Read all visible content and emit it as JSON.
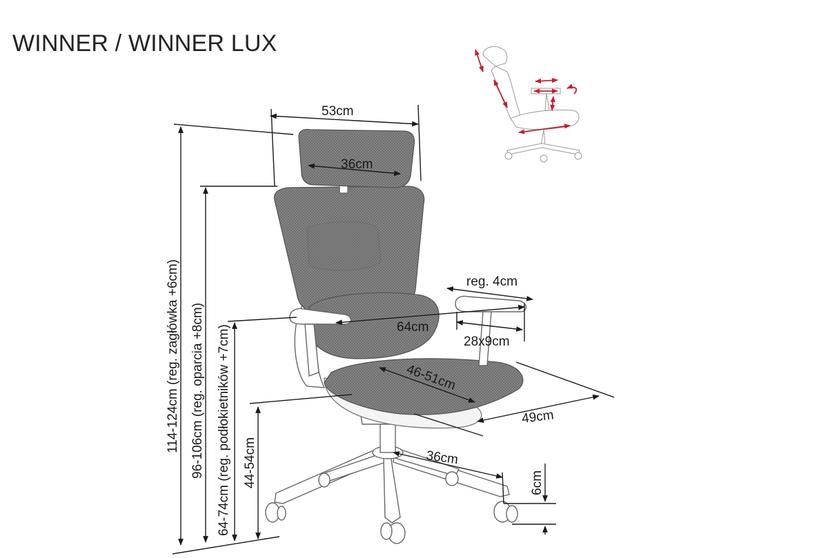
{
  "title": "WINNER / WINNER LUX",
  "dimensions": {
    "headrest_width": "53cm",
    "headrest_inner": "36cm",
    "armrest_reg": "reg. 4cm",
    "seat_to_arm": "64cm",
    "armpad_size": "28x9cm",
    "seat_depth": "46-51cm",
    "seat_width": "49cm",
    "base_radius": "36cm",
    "wheel_height": "6cm",
    "height_total": "114-124cm (reg. zagłówka +6cm)",
    "height_backrest": "96-106cm (reg. oparcia  +8cm)",
    "height_armrest": "64-74cm (reg. podłokietników +7cm)",
    "height_seat": "44-54cm"
  },
  "colors": {
    "lines": "#1a1a1a",
    "mesh": "#555555",
    "adjustment_arrows": "#c11f2e"
  },
  "icons": {
    "adjustment_thumbnail": "chair-adjustments-icon"
  }
}
